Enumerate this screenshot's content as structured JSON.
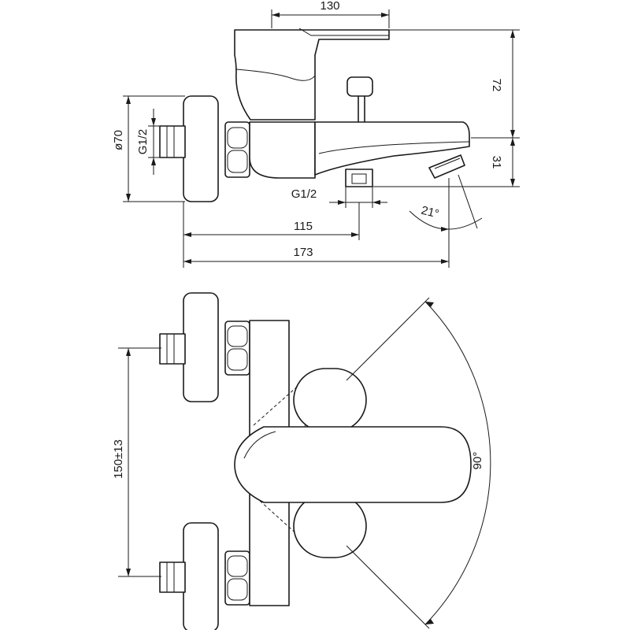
{
  "side_view": {
    "dim_lever_length": "130",
    "dim_height_top": "72",
    "dim_spout_height": "31",
    "dim_body_diameter": "ø70",
    "dim_inlet_thread": "G1/2",
    "dim_outlet_thread": "G1/2",
    "dim_outlet_offset": "115",
    "dim_total_length": "173",
    "dim_spout_angle": "21°"
  },
  "top_view": {
    "dim_inlet_spacing": "150±13",
    "dim_lever_rotation": "90°"
  }
}
